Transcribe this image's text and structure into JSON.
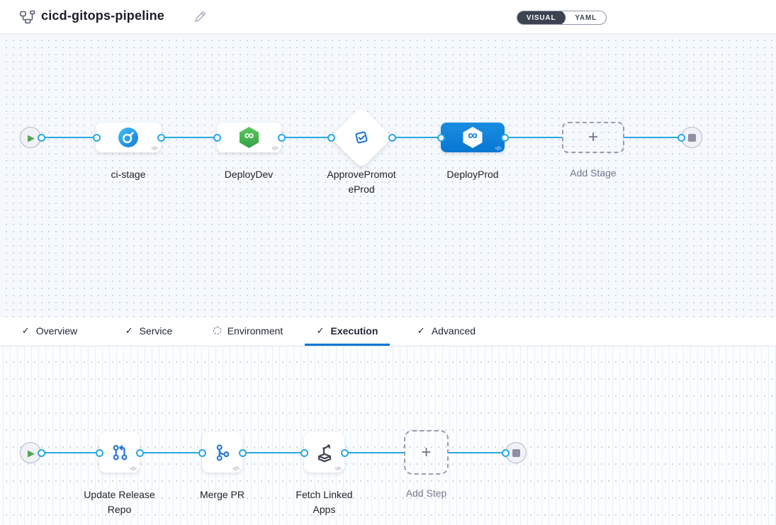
{
  "header": {
    "title": "cicd-gitops-pipeline",
    "view_toggle": {
      "visual_label": "VISUAL",
      "yaml_label": "YAML",
      "selected": "VISUAL"
    }
  },
  "icons": {
    "play": "▶",
    "plus": "+",
    "check": "✓",
    "code": "</>",
    "infinity": "∞"
  },
  "colors": {
    "accent_blue": "#0278d5",
    "connector_blue": "#2aa7e4",
    "ci_icon_blue": "#1b84dd",
    "cd_icon_green": "#43a35a",
    "selected_stage_bg": "#0982dc",
    "toggle_dark": "#3c4250",
    "canvas_top_bg": "#f5f9fd",
    "canvas_bottom_bg": "#fcfdff"
  },
  "stage_pipeline": {
    "stages": [
      {
        "label": "ci-stage",
        "type": "ci-build"
      },
      {
        "label": "DeployDev",
        "type": "cd-deploy"
      },
      {
        "label": "ApprovePromoteProd",
        "type": "approval"
      },
      {
        "label": "DeployProd",
        "type": "cd-deploy",
        "selected": true
      }
    ],
    "add_stage_label": "Add Stage"
  },
  "tabs": {
    "items": [
      {
        "label": "Overview",
        "icon": "check"
      },
      {
        "label": "Service",
        "icon": "check"
      },
      {
        "label": "Environment",
        "icon": "dashed-circle"
      },
      {
        "label": "Execution",
        "icon": "check",
        "active": true
      },
      {
        "label": "Advanced",
        "icon": "check"
      }
    ]
  },
  "execution_pipeline": {
    "steps": [
      {
        "label": "Update Release Repo",
        "type": "update-release-repo"
      },
      {
        "label": "Merge PR",
        "type": "merge-pr"
      },
      {
        "label": "Fetch Linked Apps",
        "type": "fetch-linked-apps"
      }
    ],
    "add_step_label": "Add Step"
  }
}
